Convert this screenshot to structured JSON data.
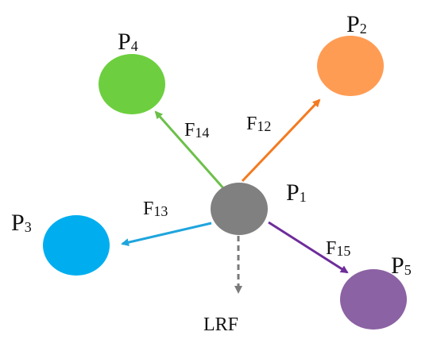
{
  "nodes": {
    "p1": {
      "label": "P",
      "sub": "1",
      "color": "#808080"
    },
    "p2": {
      "label": "P",
      "sub": "2",
      "color": "#FF9C54"
    },
    "p3": {
      "label": "P",
      "sub": "3",
      "color": "#00AEEF"
    },
    "p4": {
      "label": "P",
      "sub": "4",
      "color": "#6DCF3F"
    },
    "p5": {
      "label": "P",
      "sub": "5",
      "color": "#8B62A3"
    }
  },
  "edges": {
    "f12": {
      "label": "F",
      "sub": "12",
      "color": "#F47A20"
    },
    "f13": {
      "label": "F",
      "sub": "13",
      "color": "#1FA5DD"
    },
    "f14": {
      "label": "F",
      "sub": "14",
      "color": "#6CC04A"
    },
    "f15": {
      "label": "F",
      "sub": "15",
      "color": "#6E2D9A"
    },
    "lrf": {
      "label": "LRF",
      "color": "#7A7A7A"
    }
  }
}
